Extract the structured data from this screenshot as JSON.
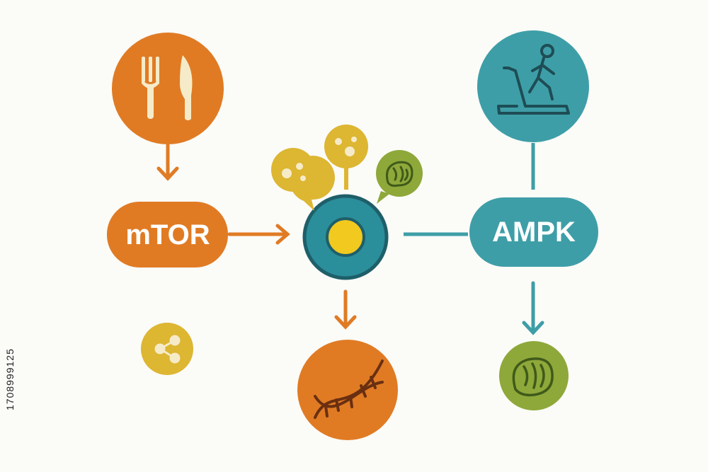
{
  "nodes": {
    "mtor_label": "mTOR",
    "ampk_label": "AMPK"
  },
  "side_text": "1708999125",
  "colors": {
    "orange": "#e07b24",
    "teal": "#3e9ea7",
    "yellow": "#ddb632",
    "green": "#8ea83a",
    "cream": "#f6ebc8",
    "dark_teal": "#1e5f69",
    "core_yellow": "#f2c91e"
  },
  "icons": [
    "fork-knife-icon",
    "treadmill-runner-icon",
    "cell-icon",
    "vesicle-icon",
    "mitochondria-icon",
    "dna-icon",
    "share-icon"
  ]
}
